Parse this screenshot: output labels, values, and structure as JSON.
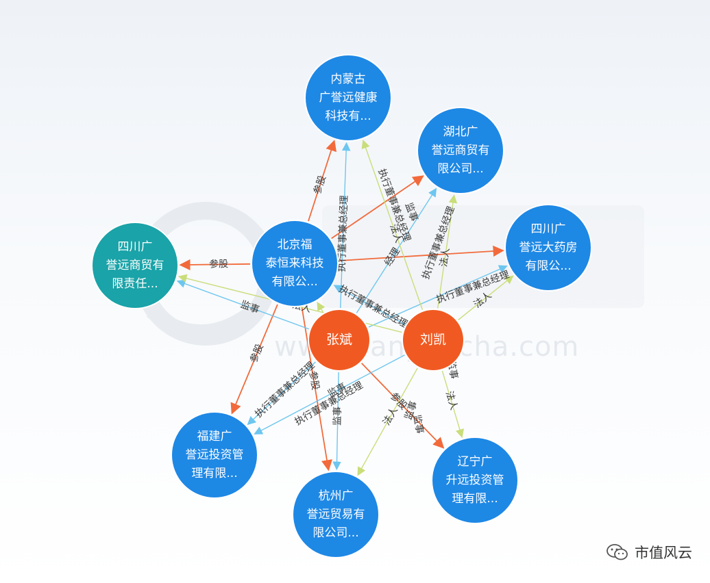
{
  "watermark": "www.tianyancha.com",
  "badge": {
    "icon": "wechat-icon",
    "label": "市值风云"
  },
  "colors": {
    "company": "#1e88e5",
    "company_alt": "#1aa3a8",
    "person": "#f05a22",
    "edge_invest": "#f26a3b",
    "edge_legal": "#c9dd7a",
    "edge_other": "#6ec6ef"
  },
  "nodes": [
    {
      "id": "neimenggu",
      "kind": "company",
      "lines": [
        "内蒙古",
        "广誉远健康",
        "科技有..."
      ]
    },
    {
      "id": "hubei",
      "kind": "company",
      "lines": [
        "湖北广",
        "誉远商贸有",
        "限公司..."
      ]
    },
    {
      "id": "sichuan_trade",
      "kind": "company_alt",
      "lines": [
        "四川广",
        "誉远商贸有",
        "限责任..."
      ]
    },
    {
      "id": "beijing",
      "kind": "company",
      "lines": [
        "北京福",
        "泰恒来科技",
        "有限公..."
      ]
    },
    {
      "id": "sichuan_pharmacy",
      "kind": "company",
      "lines": [
        "四川广",
        "誉远大药房",
        "有限公..."
      ]
    },
    {
      "id": "zhangbin",
      "kind": "person",
      "lines": [
        "张斌"
      ]
    },
    {
      "id": "liukai",
      "kind": "person",
      "lines": [
        "刘凯"
      ]
    },
    {
      "id": "fujian",
      "kind": "company",
      "lines": [
        "福建广",
        "誉远投资管",
        "理有限..."
      ]
    },
    {
      "id": "hangzhou",
      "kind": "company",
      "lines": [
        "杭州广",
        "誉远贸易有",
        "限公司..."
      ]
    },
    {
      "id": "liaoning",
      "kind": "company",
      "lines": [
        "辽宁广",
        "升远投资管",
        "理有限..."
      ]
    }
  ],
  "edges": [
    {
      "from": "beijing",
      "to": "neimenggu",
      "type": "invest",
      "label": "参股"
    },
    {
      "from": "beijing",
      "to": "hubei",
      "type": "invest",
      "label": ""
    },
    {
      "from": "beijing",
      "to": "sichuan_trade",
      "type": "invest",
      "label": "参股"
    },
    {
      "from": "beijing",
      "to": "sichuan_pharmacy",
      "type": "invest",
      "label": ""
    },
    {
      "from": "beijing",
      "to": "fujian",
      "type": "invest",
      "label": "参股"
    },
    {
      "from": "beijing",
      "to": "hangzhou",
      "type": "invest",
      "label": "参股"
    },
    {
      "from": "zhangbin",
      "to": "neimenggu",
      "type": "other",
      "label": "执行董事兼总经理"
    },
    {
      "from": "zhangbin",
      "to": "hubei",
      "type": "other",
      "label": "经理"
    },
    {
      "from": "zhangbin",
      "to": "sichuan_trade",
      "type": "other",
      "label": "监事"
    },
    {
      "from": "zhangbin",
      "to": "beijing",
      "type": "legal",
      "label": ""
    },
    {
      "from": "zhangbin",
      "to": "fujian",
      "type": "other",
      "label": "执行董事兼总经理"
    },
    {
      "from": "zhangbin",
      "to": "hangzhou",
      "type": "other",
      "label": "监事"
    },
    {
      "from": "zhangbin",
      "to": "liaoning",
      "type": "invest",
      "label": "参股"
    },
    {
      "from": "zhangbin",
      "to": "sichuan_pharmacy",
      "type": "other",
      "label": ""
    },
    {
      "from": "liukai",
      "to": "neimenggu",
      "type": "legal",
      "label": "法人"
    },
    {
      "from": "liukai",
      "to": "hubei",
      "type": "legal",
      "label": "法人"
    },
    {
      "from": "liukai",
      "to": "sichuan_trade",
      "type": "legal",
      "label": "法人"
    },
    {
      "from": "liukai",
      "to": "beijing",
      "type": "other",
      "label": "执行董事兼总经理"
    },
    {
      "from": "liukai",
      "to": "sichuan_pharmacy",
      "type": "legal",
      "label": "法人"
    },
    {
      "from": "liukai",
      "to": "fujian",
      "type": "other",
      "label": "监事"
    },
    {
      "from": "liukai",
      "to": "hangzhou",
      "type": "legal",
      "label": "法人"
    },
    {
      "from": "liukai",
      "to": "liaoning",
      "type": "legal",
      "label": "法人"
    }
  ],
  "extra_labels": [
    "执行董事兼总经理",
    "监事",
    "执行董事兼总经理",
    "执行董事兼总经理",
    "监事",
    "监事",
    "执行董事兼总经理",
    "监事"
  ]
}
